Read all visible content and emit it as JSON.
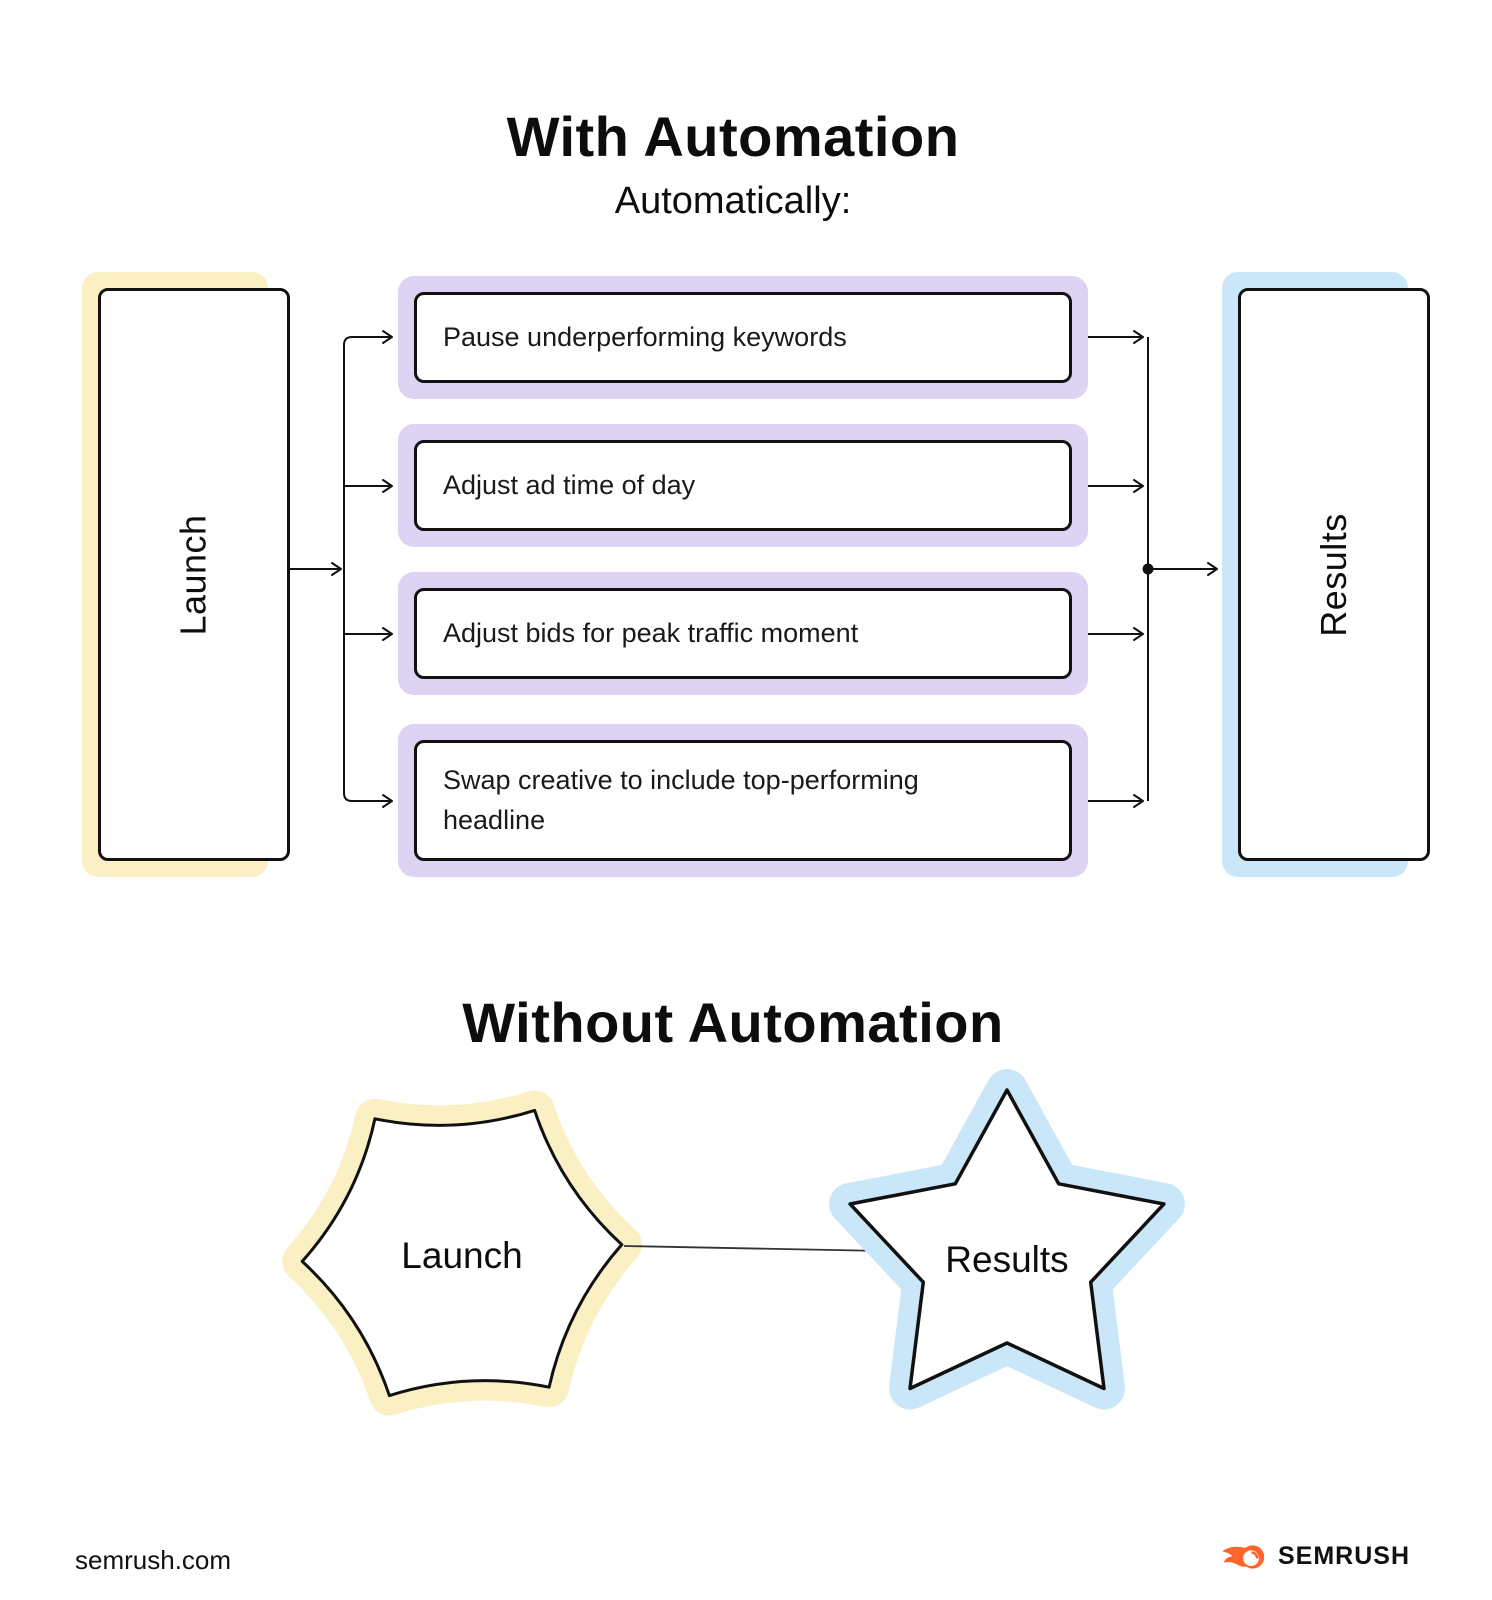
{
  "with_automation": {
    "title": "With Automation",
    "subtitle": "Automatically:",
    "launch_label": "Launch",
    "results_label": "Results",
    "tasks": [
      "Pause underperforming keywords",
      "Adjust ad time of day",
      "Adjust bids for peak traffic moment",
      "Swap creative to include top-performing headline"
    ]
  },
  "without_automation": {
    "title": "Without Automation",
    "launch_label": "Launch",
    "results_label": "Results"
  },
  "footer": {
    "site": "semrush.com",
    "brand": "SEMRUSH"
  },
  "colors": {
    "launch_glow_yellow": "#FAF0C4",
    "task_glow_purple": "#DDD3F2",
    "results_glow_blue": "#C9E7F9",
    "brand_orange": "#FF642D",
    "ink": "#111111"
  }
}
